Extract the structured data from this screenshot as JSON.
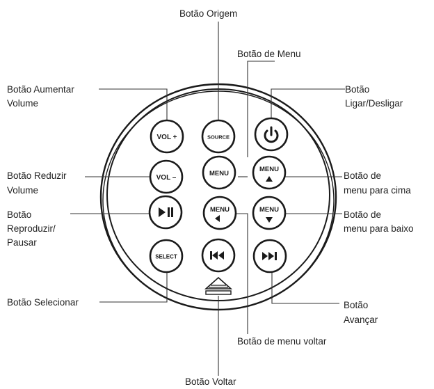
{
  "callouts": {
    "source": "Botão Origem",
    "menu": "Botão de Menu",
    "vol_up": [
      "Botão Aumentar",
      "Volume"
    ],
    "power": [
      "Botão",
      "Ligar/Desligar"
    ],
    "vol_down": [
      "Botão Reduzir",
      "Volume"
    ],
    "menu_up": [
      "Botão de",
      "menu para cima"
    ],
    "play_pause": [
      "Botão",
      "Reproduzir/",
      "Pausar"
    ],
    "menu_down": [
      "Botão de",
      "menu para baixo"
    ],
    "select": "Botão Selecionar",
    "next": [
      "Botão",
      "Avançar"
    ],
    "menu_back": "Botão de menu voltar",
    "back": "Botão Voltar"
  },
  "buttons": {
    "vol_up": "VOL +",
    "source": "SOURCE",
    "vol_down": "VOL –",
    "menu": "MENU",
    "menu_up": "MENU",
    "menu_left": "MENU",
    "menu_down": "MENU",
    "select": "SELECT"
  },
  "icons": {
    "power": "power-icon",
    "play_pause": "play-pause-icon",
    "previous": "skip-back-icon",
    "next": "skip-forward-icon",
    "eject": "eject-icon",
    "arrow_up": "arrow-up-icon",
    "arrow_left": "arrow-left-icon",
    "arrow_down": "arrow-down-icon"
  },
  "colors": {
    "ink": "#1a1a1a",
    "background": "#ffffff"
  }
}
